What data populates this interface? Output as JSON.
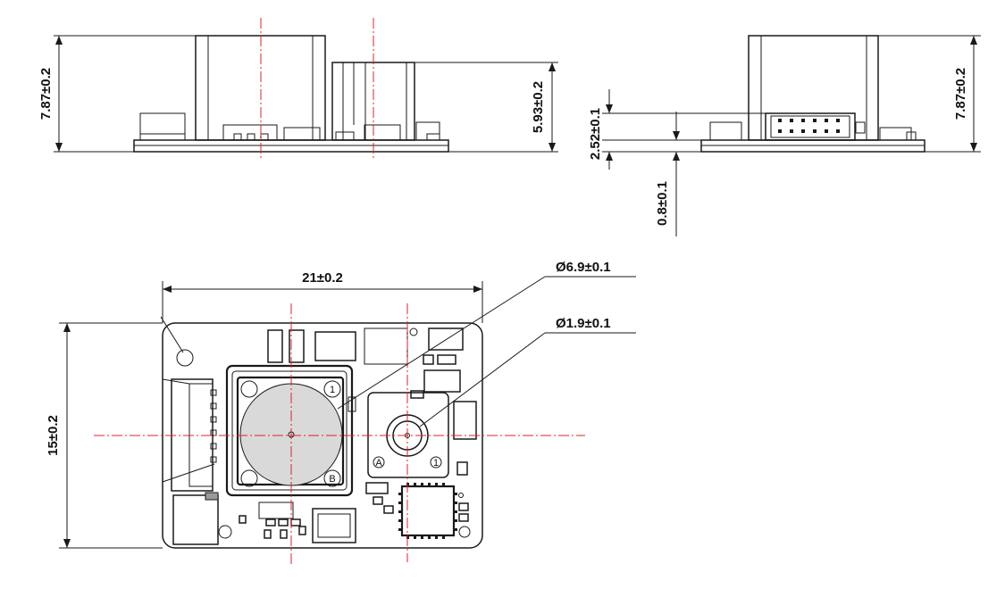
{
  "dimensions": {
    "front_height": "7.87±0.2",
    "front_side_height": "5.93±0.2",
    "side_connector_height": "2.52±0.1",
    "side_board_thickness": "0.8±0.1",
    "side_height": "7.87±0.2",
    "top_width": "21±0.2",
    "top_height": "15±0.2",
    "lens_diameter": "Ø6.9±0.1",
    "hole_diameter": "Ø1.9±0.1"
  },
  "markings": {
    "pin1_main": "1",
    "pin_b": "B",
    "pin_a": "A",
    "pin1_small": "1"
  },
  "colors": {
    "centerline": "#d9242b",
    "outline": "#1a1a1a"
  }
}
